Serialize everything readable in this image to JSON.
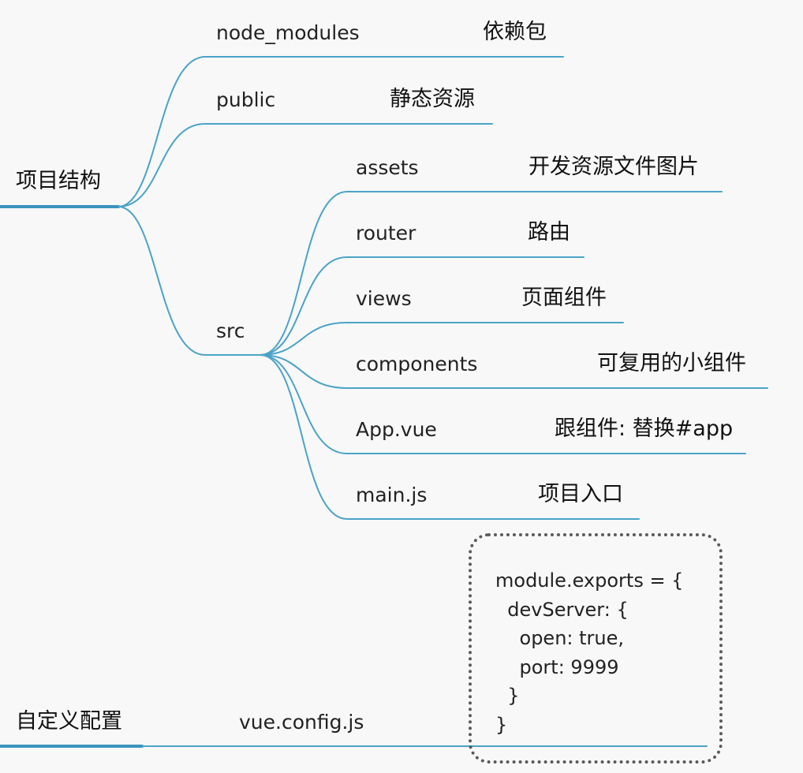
{
  "roots": [
    {
      "id": "structure",
      "label": "项目结构"
    },
    {
      "id": "config",
      "label": "自定义配置"
    }
  ],
  "structure_children": [
    {
      "id": "node-modules",
      "name": "node_modules",
      "desc": "依赖包"
    },
    {
      "id": "public",
      "name": "public",
      "desc": "静态资源"
    },
    {
      "id": "src",
      "name": "src",
      "desc": ""
    }
  ],
  "src_children": [
    {
      "id": "assets",
      "name": "assets",
      "desc": "开发资源文件图片"
    },
    {
      "id": "router",
      "name": "router",
      "desc": "路由"
    },
    {
      "id": "views",
      "name": "views",
      "desc": "页面组件"
    },
    {
      "id": "components",
      "name": "components",
      "desc": "可复用的小组件"
    },
    {
      "id": "app-vue",
      "name": "App.vue",
      "desc": "跟组件: 替换#app"
    },
    {
      "id": "main-js",
      "name": "main.js",
      "desc": "项目入口"
    }
  ],
  "config_children": [
    {
      "id": "vue-config",
      "name": "vue.config.js"
    }
  ],
  "code_block": "module.exports = {\n  devServer: {\n    open: true,\n    port: 9999\n  }\n}",
  "colors": {
    "branch": "#4aa3c7",
    "root_underline": "#3b93bd",
    "background": "#f8f8f8",
    "box_border": "#5a5a5a"
  }
}
